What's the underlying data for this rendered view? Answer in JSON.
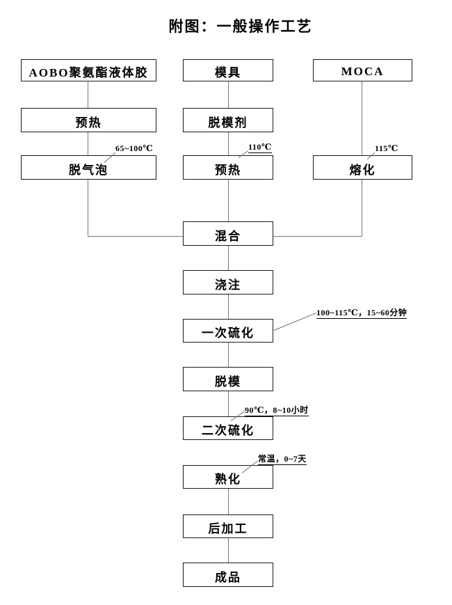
{
  "title": "附图：一般操作工艺",
  "nodes": [
    {
      "id": "material-aobo",
      "label": "AOBO聚氨酯液体胶"
    },
    {
      "id": "mold",
      "label": "模具"
    },
    {
      "id": "moca",
      "label": "MOCA"
    },
    {
      "id": "preheat-material",
      "label": "预热"
    },
    {
      "id": "release-agent",
      "label": "脱模剂"
    },
    {
      "id": "degas",
      "label": "脱气泡"
    },
    {
      "id": "preheat-mold",
      "label": "预热"
    },
    {
      "id": "melt",
      "label": "熔化"
    },
    {
      "id": "mix",
      "label": "混合"
    },
    {
      "id": "pour",
      "label": "浇注"
    },
    {
      "id": "primary-cure",
      "label": "一次硫化"
    },
    {
      "id": "demold",
      "label": "脱模"
    },
    {
      "id": "secondary-cure",
      "label": "二次硫化"
    },
    {
      "id": "maturation",
      "label": "熟化"
    },
    {
      "id": "post-processing",
      "label": "后加工"
    },
    {
      "id": "finished-product",
      "label": "成品"
    }
  ],
  "annotations": [
    {
      "target": "degas",
      "text": "65~100℃"
    },
    {
      "target": "preheat-mold",
      "text": "110℃"
    },
    {
      "target": "melt",
      "text": "115℃"
    },
    {
      "target": "primary-cure",
      "text": "100~115℃，15~60分钟"
    },
    {
      "target": "secondary-cure",
      "text": "90℃，8~10小时"
    },
    {
      "target": "maturation",
      "text": "常温，0~7天"
    }
  ],
  "colors": {
    "background": "#ffffff",
    "box_border": "#1a1a1a",
    "connector": "#787878",
    "text": "#000000"
  }
}
